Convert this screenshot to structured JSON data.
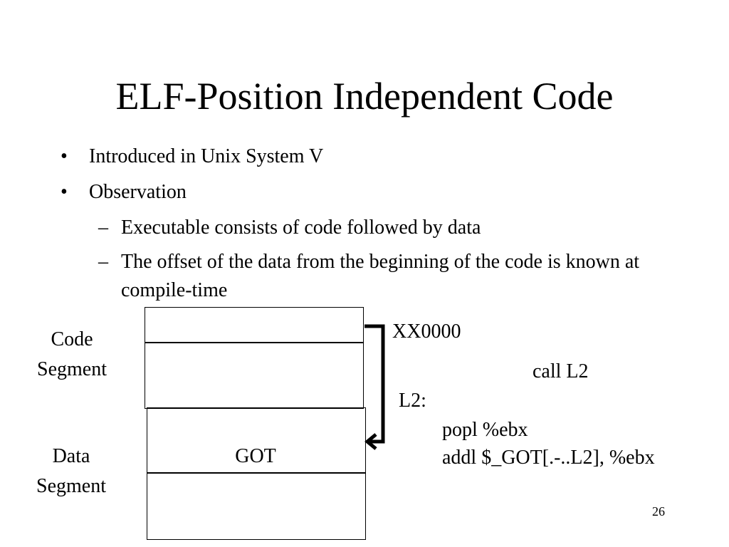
{
  "title": "ELF-Position Independent Code",
  "bullets": [
    {
      "marker": "•",
      "text": "Introduced in Unix System V"
    },
    {
      "marker": "•",
      "text": "Observation"
    }
  ],
  "sub_bullets": [
    {
      "marker": "–",
      "text": "Executable consists of code followed by data"
    },
    {
      "marker": "–",
      "text": "The offset of the data from the beginning of the code is known at compile-time"
    }
  ],
  "diagram": {
    "code_segment_label": [
      "Code",
      "Segment"
    ],
    "data_segment_label": [
      "Data",
      "Segment"
    ],
    "got_label": "GOT",
    "address_label": "XX0000",
    "call_instruction": "call L2",
    "label_l2": "L2:",
    "popl_instruction": "popl %ebx",
    "addl_instruction": "addl $_GOT[.-..L2], %ebx"
  },
  "slide_number": "26"
}
